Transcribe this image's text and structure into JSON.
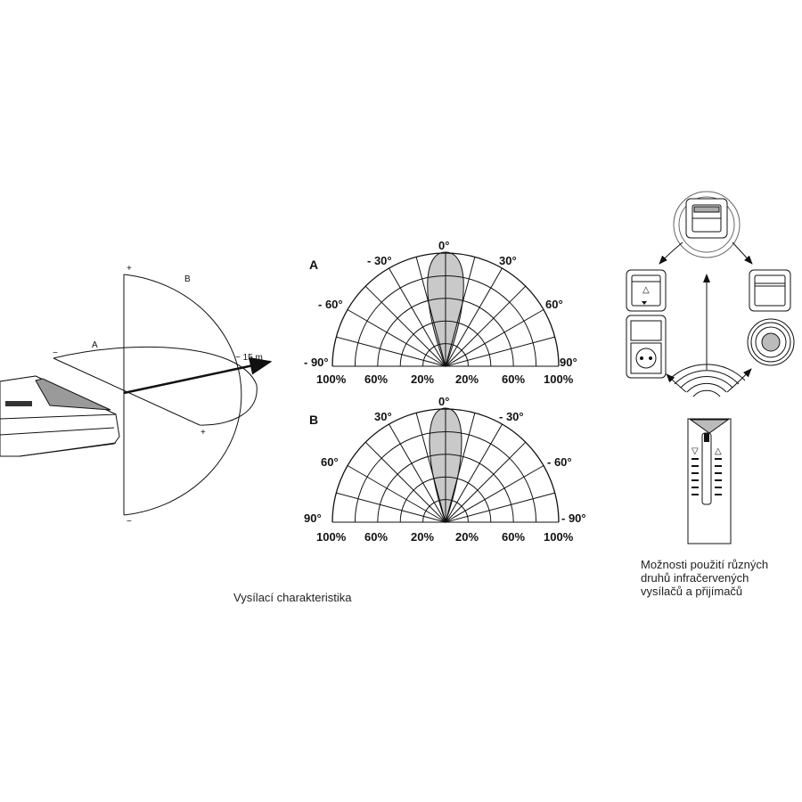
{
  "captions": {
    "emission": "Vysílací charakteristika",
    "options": [
      "Možnosti použití různých",
      "druhů infračervených",
      "vysílačů a přijímačů"
    ]
  },
  "beam_diagram": {
    "labels": {
      "plane_a": "A",
      "plane_b": "B",
      "plus": "+",
      "minus": "−",
      "range": "~ 15 m"
    }
  },
  "polar_plots": [
    {
      "id": "A",
      "label": "A",
      "angle_labels": {
        "top": "0°",
        "left30": "- 30°",
        "right30": "30°",
        "left60": "- 60°",
        "right60": "60°",
        "left90": "- 90°",
        "right90": "90°"
      },
      "radial_labels": [
        "100%",
        "60%",
        "20%",
        "20%",
        "60%",
        "100%"
      ]
    },
    {
      "id": "B",
      "label": "B",
      "angle_labels": {
        "top": "0°",
        "left30": "30°",
        "right30": "- 30°",
        "left60": "60°",
        "right60": "- 60°",
        "left90": "90°",
        "right90": "- 90°"
      },
      "radial_labels": [
        "100%",
        "60%",
        "20%",
        "20%",
        "60%",
        "100%"
      ]
    }
  ],
  "devices": {
    "remote_labels": {
      "up": "△",
      "down": "▽"
    },
    "switch_mark": "△"
  },
  "colors": {
    "line": "#111111",
    "lobe_fill": "#c9c9c9",
    "shade": "#9a9a9a"
  }
}
